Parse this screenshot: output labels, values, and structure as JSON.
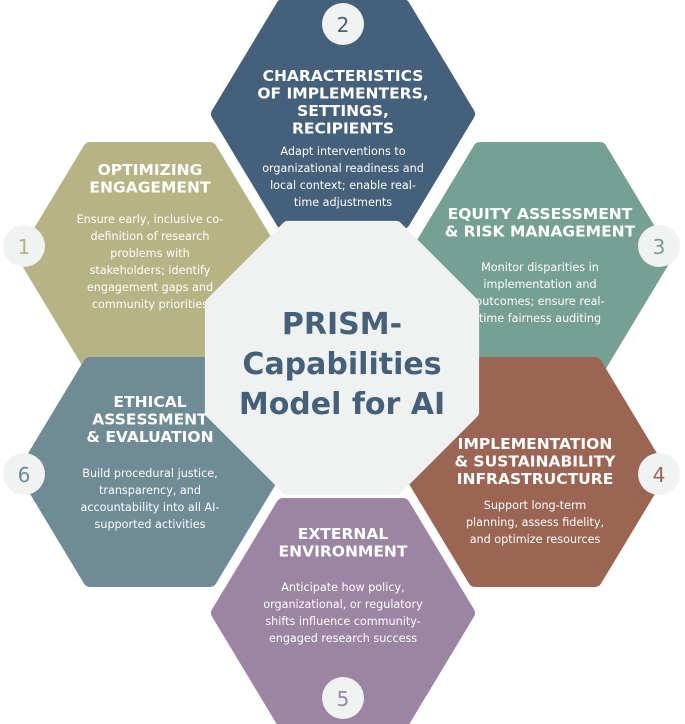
{
  "center": {
    "title_lines": [
      "PRISM-",
      "Capabilities",
      "Model for AI"
    ],
    "color": "#44607a"
  },
  "segments": [
    {
      "number": "1",
      "title_lines": [
        "OPTIMIZING",
        "ENGAGEMENT"
      ],
      "body_lines": [
        "Ensure early, inclusive co-",
        "definition of research",
        "problems with",
        "stakeholders; identify",
        "engagement gaps and",
        "community priorities"
      ],
      "color": "#b6b385"
    },
    {
      "number": "2",
      "title_lines": [
        "CHARACTERISTICS",
        "OF IMPLEMENTERS,",
        "SETTINGS,",
        "RECIPIENTS"
      ],
      "body_lines": [
        "Adapt interventions to",
        "organizational readiness and",
        "local context; enable real-",
        "time adjustments"
      ],
      "color": "#44607a"
    },
    {
      "number": "3",
      "title_lines": [
        "EQUITY ASSESSMENT",
        "& RISK MANAGEMENT"
      ],
      "body_lines": [
        "Monitor disparities in",
        "implementation and",
        "outcomes; ensure real-",
        "time fairness auditing"
      ],
      "color": "#77a094"
    },
    {
      "number": "4",
      "title_lines": [
        "IMPLEMENTATION",
        "& SUSTAINABILITY",
        "INFRASTRUCTURE"
      ],
      "body_lines": [
        "Support long-term",
        "planning, assess fidelity,",
        "and optimize resources"
      ],
      "color": "#9b6453"
    },
    {
      "number": "5",
      "title_lines": [
        "EXTERNAL",
        "ENVIRONMENT"
      ],
      "body_lines": [
        "Anticipate how policy,",
        "organizational, or regulatory",
        "shifts influence community-",
        "engaged research success"
      ],
      "color": "#9b85a3"
    },
    {
      "number": "6",
      "title_lines": [
        "ETHICAL",
        "ASSESSMENT",
        "& EVALUATION"
      ],
      "body_lines": [
        "Build procedural justice,",
        "transparency, and",
        "accountability into all AI-",
        "supported activities"
      ],
      "color": "#6e8b96"
    }
  ]
}
